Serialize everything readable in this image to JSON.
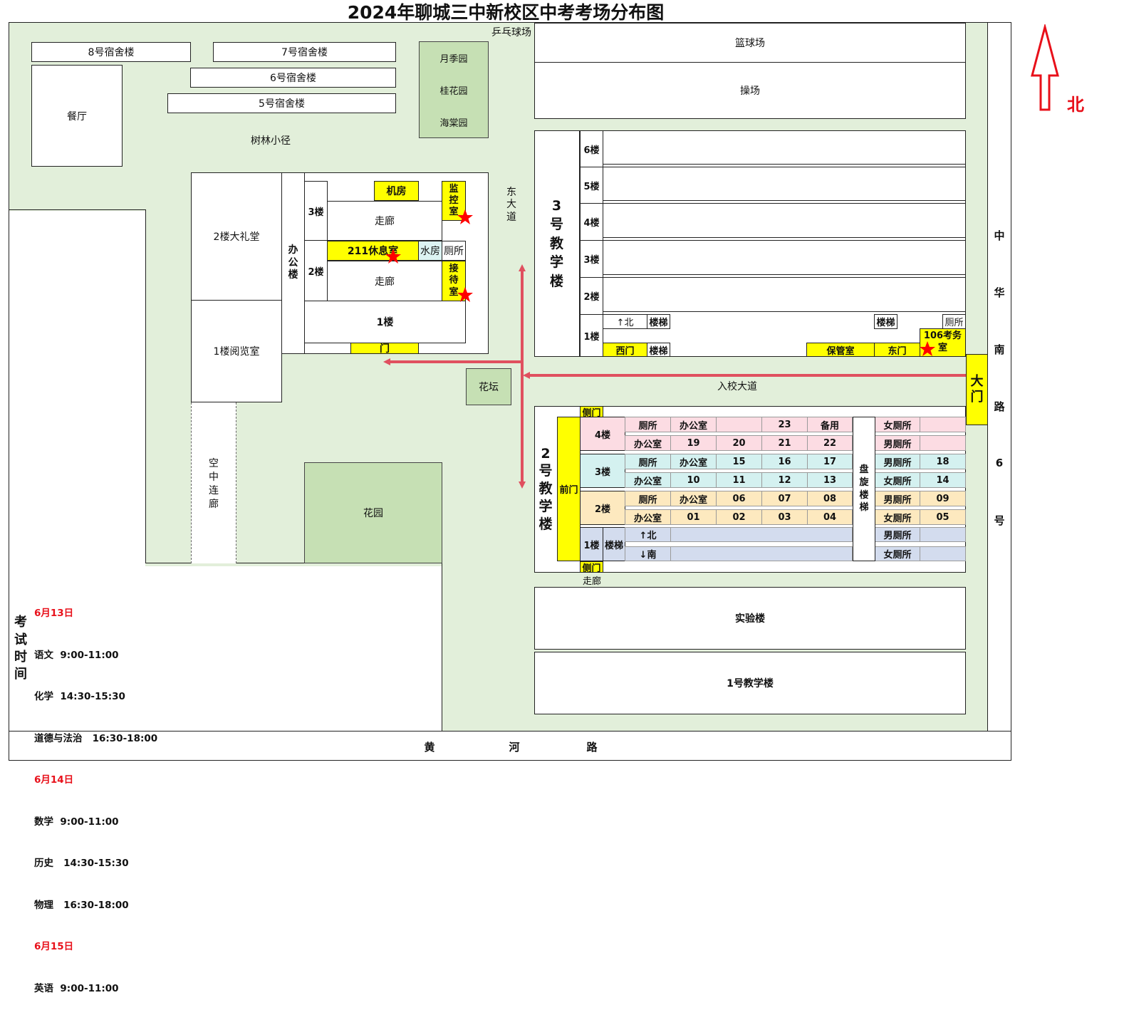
{
  "title": "2024年聊城三中新校区中考考场分布图",
  "north_label": "北",
  "roads": {
    "bottom": [
      "黄",
      "河",
      "路"
    ],
    "right": [
      "中",
      "华",
      "南",
      "路",
      "6",
      "号"
    ]
  },
  "labels": {
    "dorm8": "8号宿舍楼",
    "dorm7": "7号宿舍楼",
    "dorm6": "6号宿舍楼",
    "dorm5": "5号宿舍楼",
    "canteen": "餐厅",
    "pingpong": "乒乓球场",
    "yueji": "月季园",
    "guihua": "桂花园",
    "haitang": "海棠园",
    "basketball": "篮球场",
    "playground": "操场",
    "forest_path": "树林小径",
    "east_avenue": [
      "东",
      "大",
      "道"
    ],
    "auditorium": "2楼大礼堂",
    "reading_room": "1楼阅览室",
    "office_building": [
      "办",
      "公",
      "楼"
    ],
    "sky_corridor": [
      "空",
      "中",
      "连",
      "廊"
    ],
    "flower_bed": "花坛",
    "garden": "花园",
    "main_gate": [
      "大",
      "门"
    ],
    "entrance_avenue": "入校大道",
    "lab_building": "实验楼",
    "building1": "1号教学楼"
  },
  "office": {
    "floor3": "3楼",
    "floor2": "2楼",
    "floor1": "1楼",
    "computer_room": "机房",
    "monitor_room": [
      "监",
      "控",
      "室"
    ],
    "corridor": "走廊",
    "rest_room": "211休息室",
    "water_room": "水房",
    "toilet": "厕所",
    "reception": [
      "接",
      "待",
      "室"
    ],
    "gate": "门"
  },
  "b3": {
    "name": [
      "3",
      "号",
      "教",
      "学",
      "楼"
    ],
    "floors": [
      "6楼",
      "5楼",
      "4楼",
      "3楼",
      "2楼",
      "1楼"
    ],
    "north_arrow": "↑北",
    "stairs": "楼梯",
    "toilet": "厕所",
    "exam_office": [
      "106考务",
      "室"
    ],
    "west_gate": "西门",
    "storage": "保管室",
    "east_gate": "东门"
  },
  "b2": {
    "name": [
      "2",
      "号",
      "教",
      "学",
      "楼"
    ],
    "front_gate": "前门",
    "side_gate": "侧门",
    "corridor": "走廊",
    "spiral_stairs": [
      "盘",
      "旋",
      "楼",
      "梯"
    ],
    "floor4": "4楼",
    "floor3": "3楼",
    "floor2": "2楼",
    "floor1": "1楼",
    "stairs": "楼梯",
    "north": "↑北",
    "south": "↓南",
    "rows": [
      [
        "厕所",
        "办公室",
        "",
        "23",
        "备用",
        "女厕所",
        ""
      ],
      [
        "办公室",
        "19",
        "20",
        "21",
        "22",
        "男厕所",
        ""
      ],
      [
        "厕所",
        "办公室",
        "15",
        "16",
        "17",
        "男厕所",
        "18"
      ],
      [
        "办公室",
        "10",
        "11",
        "12",
        "13",
        "女厕所",
        "14"
      ],
      [
        "厕所",
        "办公室",
        "06",
        "07",
        "08",
        "男厕所",
        "09"
      ],
      [
        "办公室",
        "01",
        "02",
        "03",
        "04",
        "女厕所",
        "05"
      ]
    ],
    "f1_men": "男厕所",
    "f1_women": "女厕所"
  },
  "schedule": {
    "heading": [
      "考",
      "试",
      "时",
      "间"
    ],
    "days": [
      {
        "date": "6月13日",
        "items": [
          "语文  9:00-11:00",
          "化学  14:30-15:30",
          "道德与法治   16:30-18:00"
        ]
      },
      {
        "date": "6月14日",
        "items": [
          "数学  9:00-11:00",
          "历史   14:30-15:30",
          "物理   16:30-18:00"
        ]
      },
      {
        "date": "6月15日",
        "items": [
          "英语  9:00-11:00"
        ]
      }
    ]
  },
  "colors": {
    "campus_green": "#e2efda",
    "garden_green": "#c6e0b4",
    "highlight_yellow": "#ffff00",
    "floor4_pink": "#fcdce3",
    "floor3_cyan": "#d4f1f0",
    "floor2_beige": "#fde9bf",
    "floor1_blue": "#d3dcee",
    "route_red": "#e0505f",
    "star_red": "#ff0000"
  }
}
